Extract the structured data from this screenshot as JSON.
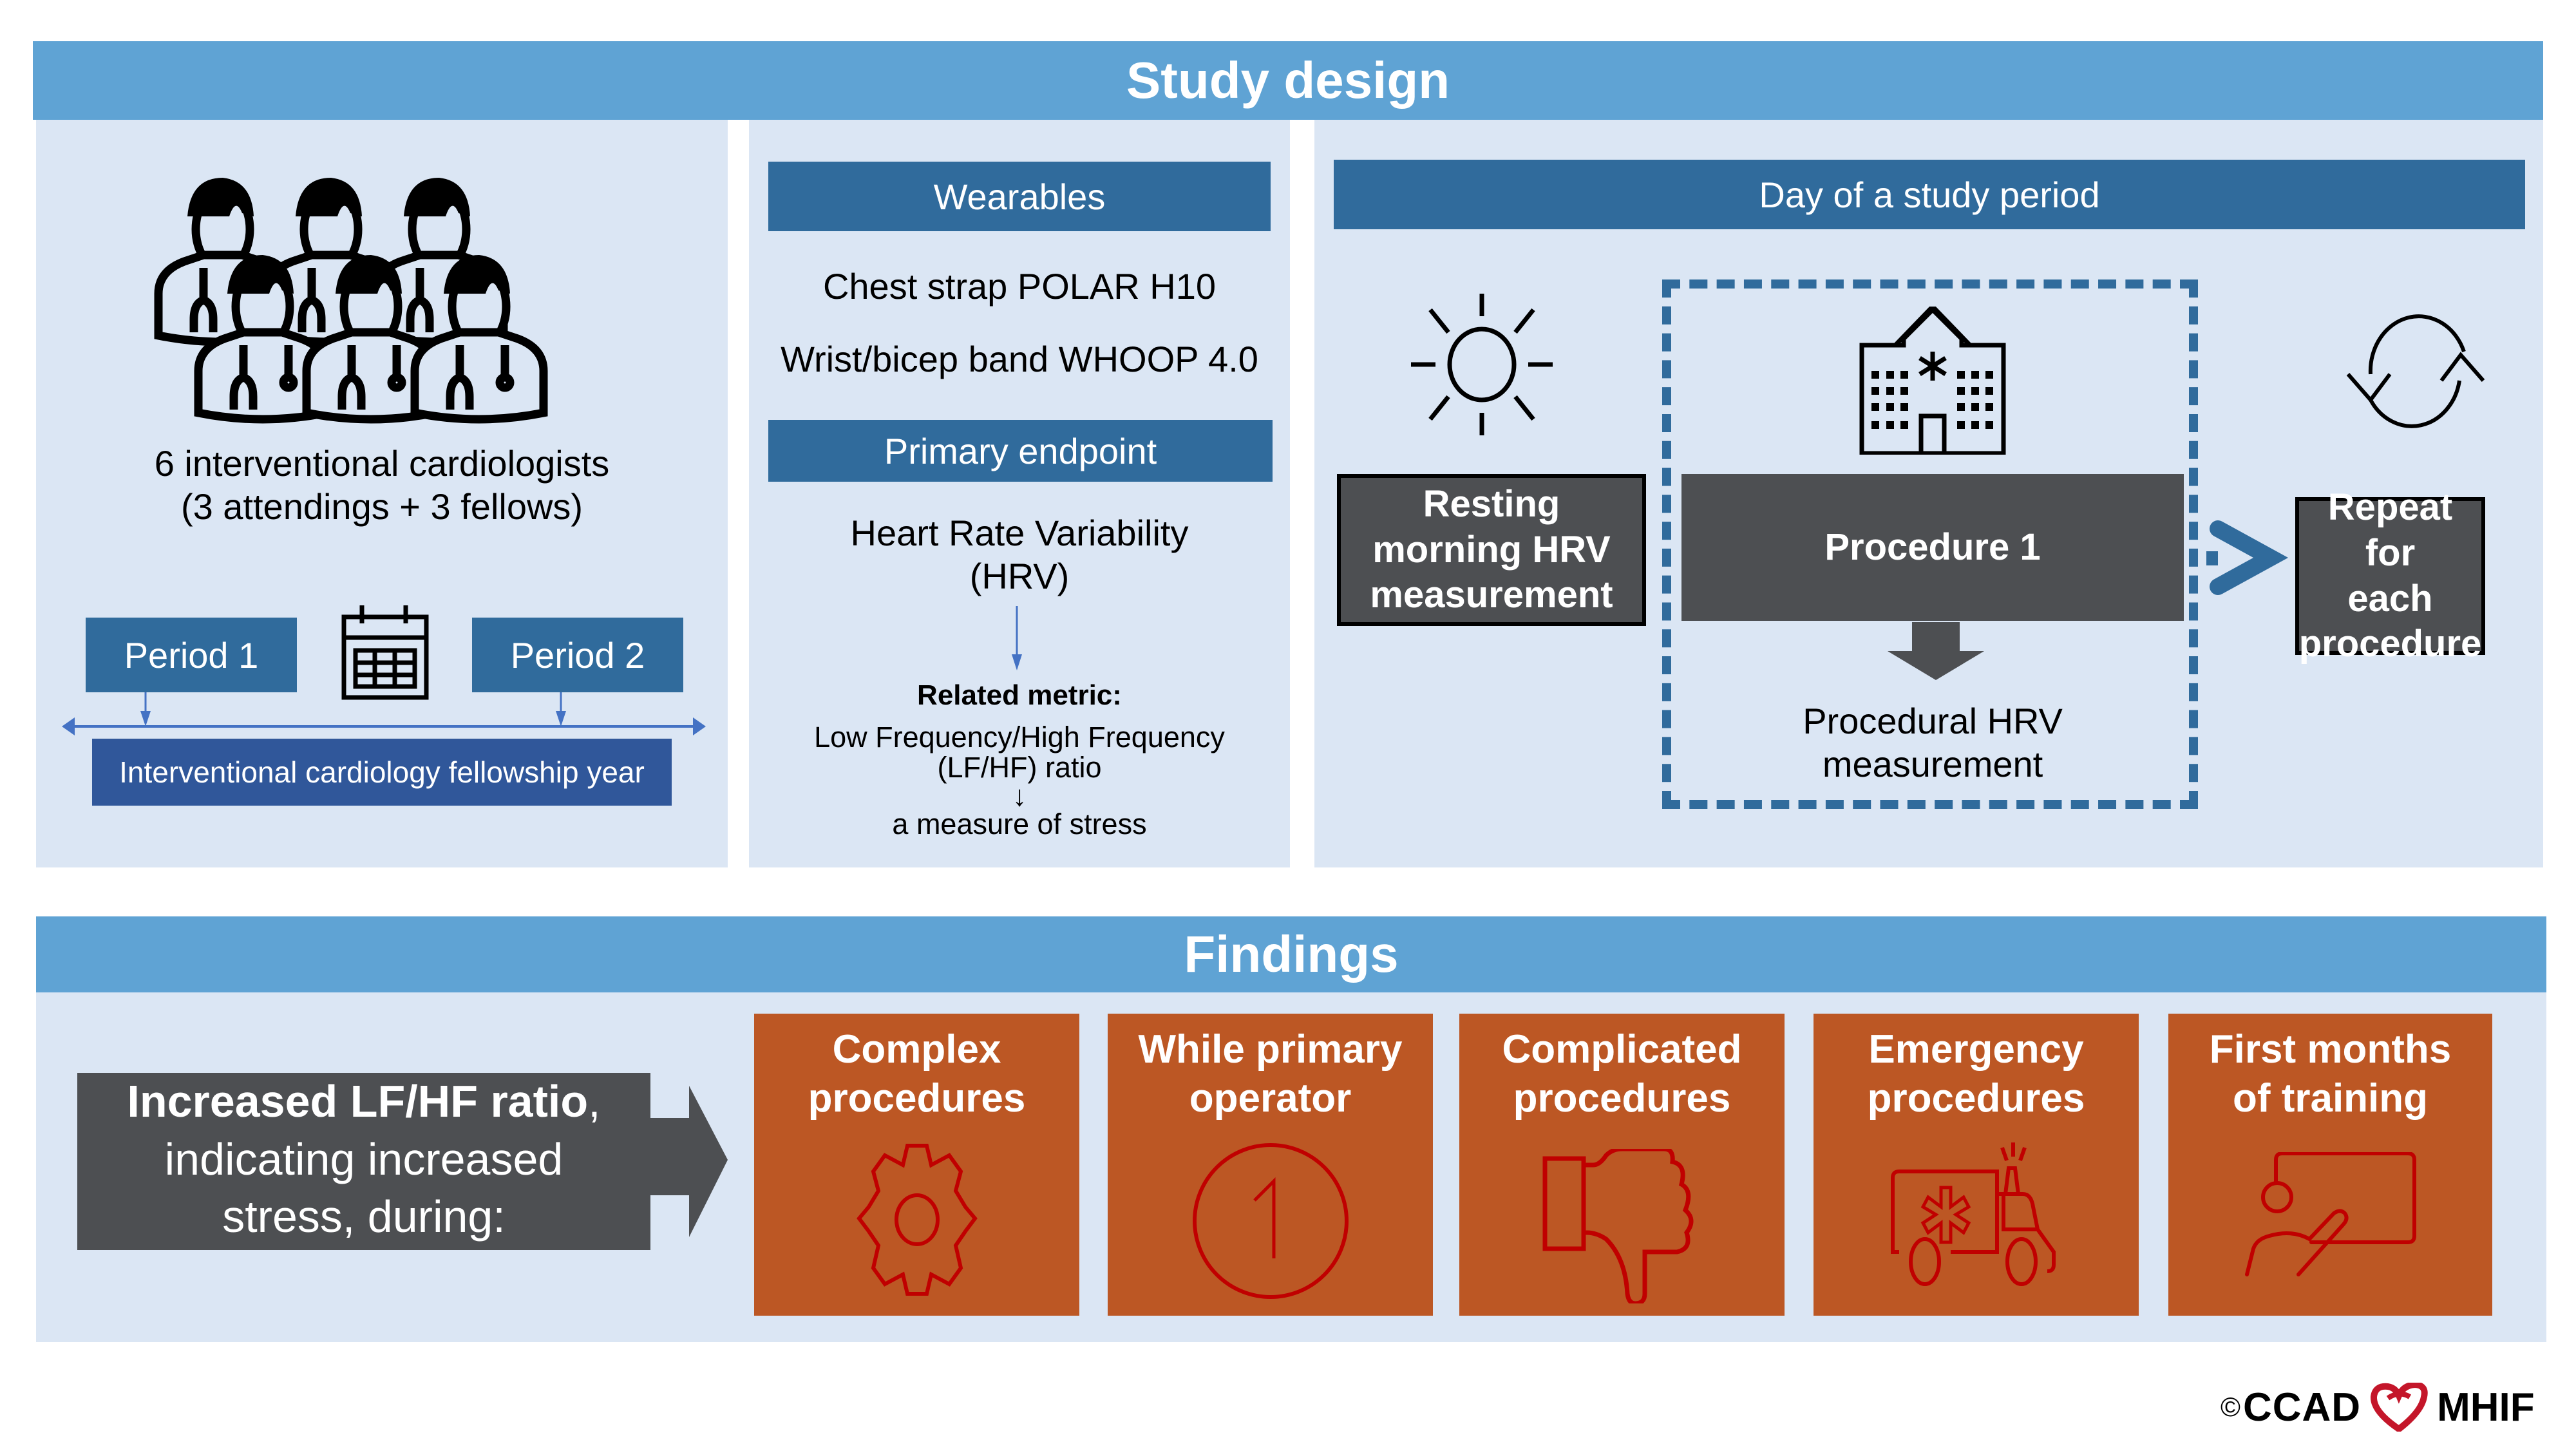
{
  "study_design": {
    "title": "Study design",
    "participants": {
      "icon": "doctor-group-icon",
      "line1": "6 interventional cardiologists",
      "line2": "(3 attendings + 3 fellows)",
      "period1": "Period 1",
      "period2": "Period 2",
      "calendar_icon": "calendar-icon",
      "timeline_label": "Interventional cardiology fellowship year"
    },
    "wearables": {
      "header": "Wearables",
      "items": [
        "Chest strap POLAR H10",
        "Wrist/bicep band WHOOP 4.0"
      ],
      "endpoint_header": "Primary endpoint",
      "endpoint_line1": "Heart Rate Variability",
      "endpoint_line2": "(HRV)",
      "related_label": "Related metric:",
      "related_line1": "Low Frequency/High Frequency",
      "related_line2": "(LF/HF) ratio",
      "arrow": "↓",
      "related_meaning": "a measure of stress"
    },
    "day": {
      "header": "Day of a study period",
      "sun_icon": "sun-icon",
      "hospital_icon": "hospital-icon",
      "repeat_icon": "refresh-cycle-icon",
      "resting_line1": "Resting",
      "resting_line2": "morning HRV",
      "resting_line3": "measurement",
      "procedure": "Procedure 1",
      "procedural_line1": "Procedural HRV",
      "procedural_line2": "measurement",
      "repeat_line1": "Repeat for",
      "repeat_line2": "each",
      "repeat_line3": "procedure"
    }
  },
  "findings": {
    "title": "Findings",
    "lead_bold": "Increased LF/HF ratio",
    "lead_comma": ",",
    "lead_line2": "indicating increased",
    "lead_line3": "stress, during:",
    "items": [
      {
        "line1": "Complex",
        "line2": "procedures",
        "icon": "gear-icon"
      },
      {
        "line1": "While primary",
        "line2": "operator",
        "icon": "number-one-circle-icon",
        "icon_text": "1"
      },
      {
        "line1": "Complicated",
        "line2": "procedures",
        "icon": "thumbs-down-icon"
      },
      {
        "line1": "Emergency",
        "line2": "procedures",
        "icon": "ambulance-icon"
      },
      {
        "line1": "First months",
        "line2": "of training",
        "icon": "teacher-whiteboard-icon"
      }
    ]
  },
  "footer": {
    "copyright": "©",
    "left_brand": "CCAD",
    "right_brand": "MHIF",
    "logo_icon": "heart-logo-icon"
  },
  "colors": {
    "band": "#5fa3d4",
    "panel": "#dbe6f4",
    "header_blue": "#306b9c",
    "dark_gray": "#4d4f52",
    "orange": "#bc5724",
    "icon_red": "#c00000"
  }
}
